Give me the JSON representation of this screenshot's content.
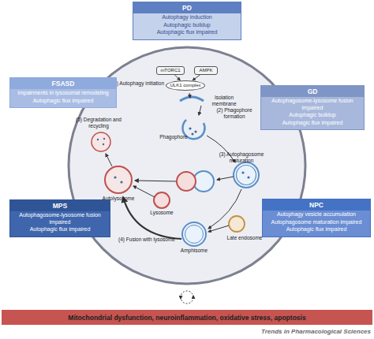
{
  "diagram": {
    "nodes": [
      {
        "text": [
          "PD",
          "Autophagy induction",
          "Autophagic buildup",
          "Autophagic flux impaired"
        ]
      },
      {
        "text": [
          "mTORC1"
        ]
      },
      {
        "text": [
          "AMPK"
        ]
      },
      {
        "text": [
          "ULK1 complex"
        ]
      },
      {
        "text": [
          "FSASD",
          "Impairments in lysosomal remodeling",
          "Autophagic flux impaired"
        ]
      },
      {
        "text": [
          "GD",
          "Autophagosome-lysosome fusion impaired",
          "Autophagic buildup",
          "Autophagic flux impaired"
        ]
      },
      {
        "text": [
          "MPS",
          "Autophagosome-lysosome fusion impaired",
          "Autophagic flux impaired"
        ]
      },
      {
        "text": [
          "NPC",
          "Autophagy vesicle accumulation",
          "Autophagosome maturation impaired",
          "Autophagic flux impaired"
        ]
      },
      {
        "text": [
          "Mitochondrial dysfunction, neuroinflammation, oxidative stress, apoptosis"
        ]
      }
    ],
    "edges": [
      {
        "from": 1,
        "to": 3,
        "arrow": "to"
      },
      {
        "from": 2,
        "to": 3,
        "arrow": "to"
      }
    ],
    "labels": [
      "(1) Autophagy initiation",
      "Isolation membrane",
      "(2) Phagophore formation",
      "(5) Degradation and recycling",
      "Phagophore",
      "(3) Autophagosome maturation",
      "Autolysosome",
      "Lysosome",
      "Late endosome",
      "(4) Fusion with lysosome",
      "Amphisome",
      "Trends in Pharmacological Sciences"
    ]
  }
}
